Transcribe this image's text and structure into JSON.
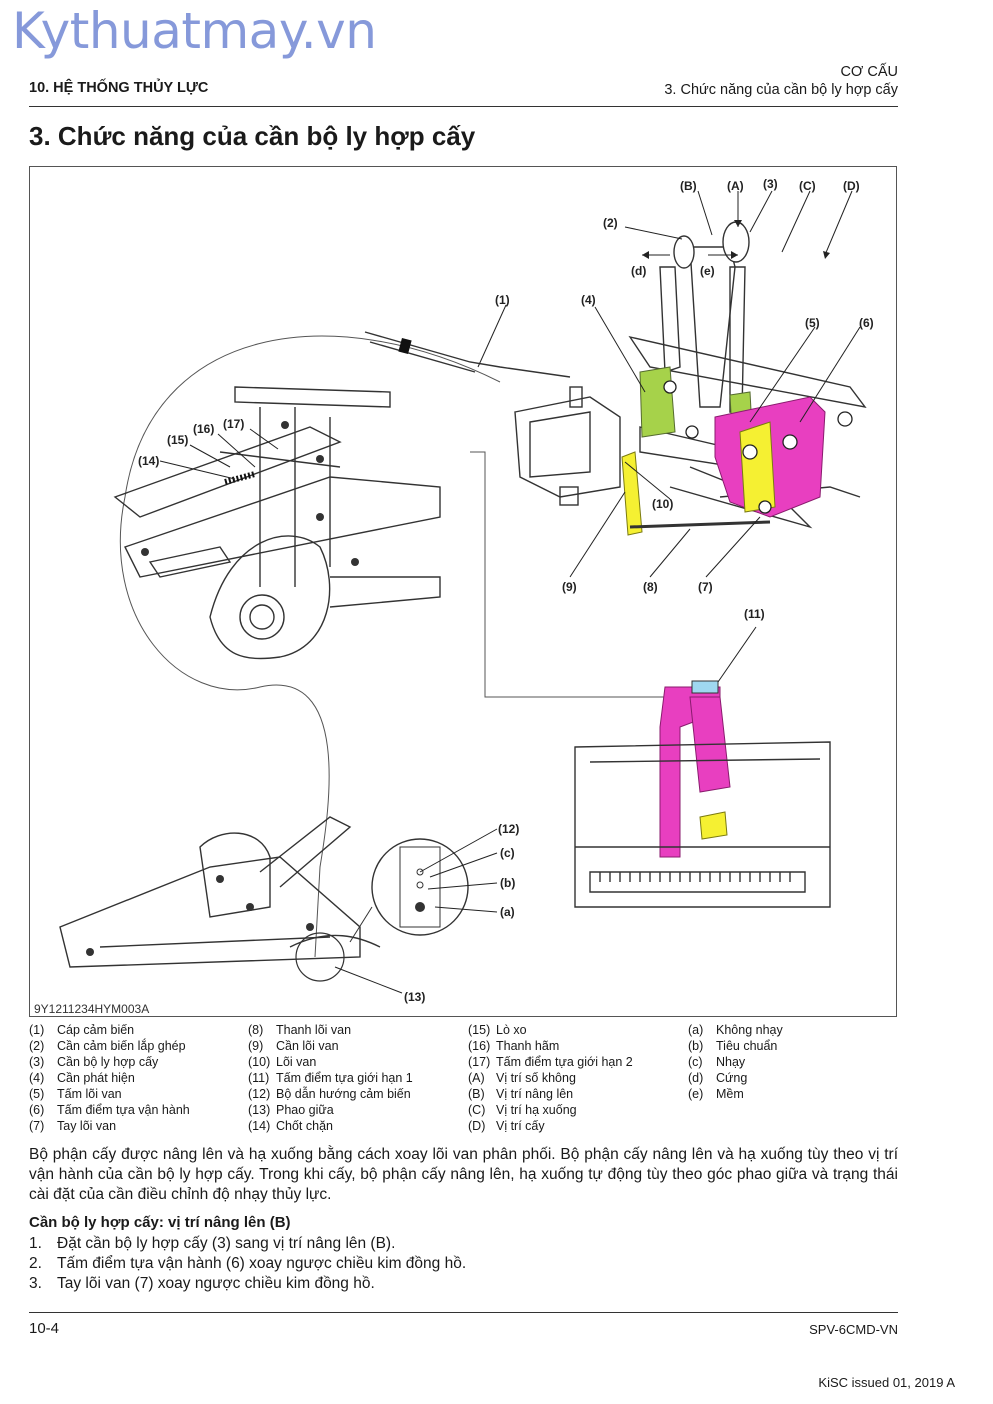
{
  "watermark": "Kythuatmay.vn",
  "header": {
    "section": "10. HỆ THỐNG THỦY LỰC",
    "category": "CƠ CẤU",
    "subsection": "3. Chức năng của cần bộ ly hợp cấy"
  },
  "title": "3. Chức năng của cần bộ ly hợp cấy",
  "figure": {
    "code": "9Y1211234HYM003A",
    "callouts": {
      "B": "(B)",
      "A": "(A)",
      "n3": "(3)",
      "C": "(C)",
      "D": "(D)",
      "n2": "(2)",
      "d": "(d)",
      "e": "(e)",
      "n1": "(1)",
      "n4": "(4)",
      "n5": "(5)",
      "n6": "(6)",
      "n17": "(17)",
      "n16": "(16)",
      "n15": "(15)",
      "n14": "(14)",
      "n10": "(10)",
      "n9": "(9)",
      "n8": "(8)",
      "n7": "(7)",
      "n11": "(11)",
      "n12": "(12)",
      "c": "(c)",
      "b": "(b)",
      "a": "(a)",
      "n13": "(13)"
    }
  },
  "legend": {
    "col1": [
      {
        "key": "(1)",
        "text": "Cáp cảm biến"
      },
      {
        "key": "(2)",
        "text": "Cần cảm biến lắp ghép"
      },
      {
        "key": "(3)",
        "text": "Cần bộ ly hợp cấy"
      },
      {
        "key": "(4)",
        "text": "Cần phát hiện"
      },
      {
        "key": "(5)",
        "text": "Tấm lõi van"
      },
      {
        "key": "(6)",
        "text": "Tấm điểm tựa vận hành"
      },
      {
        "key": "(7)",
        "text": "Tay lõi van"
      }
    ],
    "col2": [
      {
        "key": "(8)",
        "text": "Thanh lõi van"
      },
      {
        "key": "(9)",
        "text": "Cần lõi van"
      },
      {
        "key": "(10)",
        "text": "Lõi van"
      },
      {
        "key": "(11)",
        "text": "Tấm điểm tựa giới hạn 1"
      },
      {
        "key": "(12)",
        "text": "Bộ dẫn hướng cảm biến"
      },
      {
        "key": "(13)",
        "text": "Phao giữa"
      },
      {
        "key": "(14)",
        "text": "Chốt chặn"
      }
    ],
    "col3": [
      {
        "key": "(15)",
        "text": "Lò xo"
      },
      {
        "key": "(16)",
        "text": "Thanh hãm"
      },
      {
        "key": "(17)",
        "text": "Tấm điểm tựa giới hạn 2"
      },
      {
        "key": "(A)",
        "text": "Vị trí số không"
      },
      {
        "key": "(B)",
        "text": "Vị trí nâng lên"
      },
      {
        "key": "(C)",
        "text": "Vị trí hạ xuống"
      },
      {
        "key": "(D)",
        "text": "Vị trí cấy"
      }
    ],
    "col4": [
      {
        "key": "(a)",
        "text": "Không nhạy"
      },
      {
        "key": "(b)",
        "text": "Tiêu chuẩn"
      },
      {
        "key": "(c)",
        "text": "Nhạy"
      },
      {
        "key": "(d)",
        "text": "Cứng"
      },
      {
        "key": "(e)",
        "text": "Mềm"
      }
    ]
  },
  "paragraph": "Bộ phận cấy được nâng lên và hạ xuống bằng cách xoay lõi van phân phối. Bộ phận cấy nâng lên và hạ xuống tùy theo vị trí vận hành của cần bộ ly hợp cấy. Trong khi cấy, bộ phận cấy nâng lên, hạ xuống tự động tùy theo góc phao giữa và trạng thái cài đặt của cần điều chỉnh độ nhạy thủy lực.",
  "subheading": "Cần bộ ly hợp cấy: vị trí nâng lên (B)",
  "steps": [
    {
      "n": "1.",
      "text": "Đặt cần bộ ly hợp cấy (3) sang vị trí nâng lên (B)."
    },
    {
      "n": "2.",
      "text": "Tấm điểm tựa vận hành (6) xoay ngược chiều kim đồng hồ."
    },
    {
      "n": "3.",
      "text": "Tay lõi van (7) xoay ngược chiều kim đồng hồ."
    }
  ],
  "footer": {
    "page": "10-4",
    "doc": "SPV-6CMD-VN",
    "issued": "KiSC issued 01, 2019 A"
  },
  "colors": {
    "highlight_pink": "#e83fc0",
    "highlight_yellow": "#f5f032",
    "highlight_green": "#a6d24a",
    "watermark": "#7a8fd6"
  }
}
